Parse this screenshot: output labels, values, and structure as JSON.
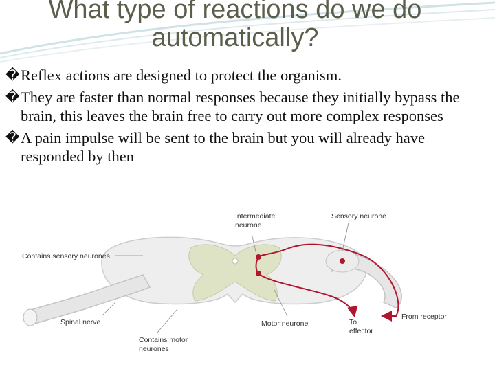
{
  "slide": {
    "title_lines": [
      "What type of reactions do we do",
      "automatically?"
    ],
    "bullet_glyph": "�",
    "bullets": [
      "Reflex actions are designed to protect the organism.",
      "They are faster than normal responses because they initially bypass the brain, this leaves the brain free to carry out more complex responses",
      "A pain impulse will be sent to the brain but you will already have responded by then"
    ]
  },
  "diagram": {
    "labels": {
      "intermediate_1": "Intermediate",
      "intermediate_2": "neurone",
      "sensory_neurone": "Sensory neurone",
      "contains_sensory": "Contains sensory neurones",
      "spinal_nerve": "Spinal nerve",
      "motor_neurone": "Motor neurone",
      "to": "To",
      "effector": "effector",
      "from_receptor": "From receptor",
      "contains_motor_1": "Contains motor",
      "contains_motor_2": "neurones"
    },
    "colors": {
      "pathway": "#b0162e",
      "grey_matter": "#dfe3c6",
      "white_matter": "#eeeeee",
      "title": "#5a5f4c"
    }
  }
}
